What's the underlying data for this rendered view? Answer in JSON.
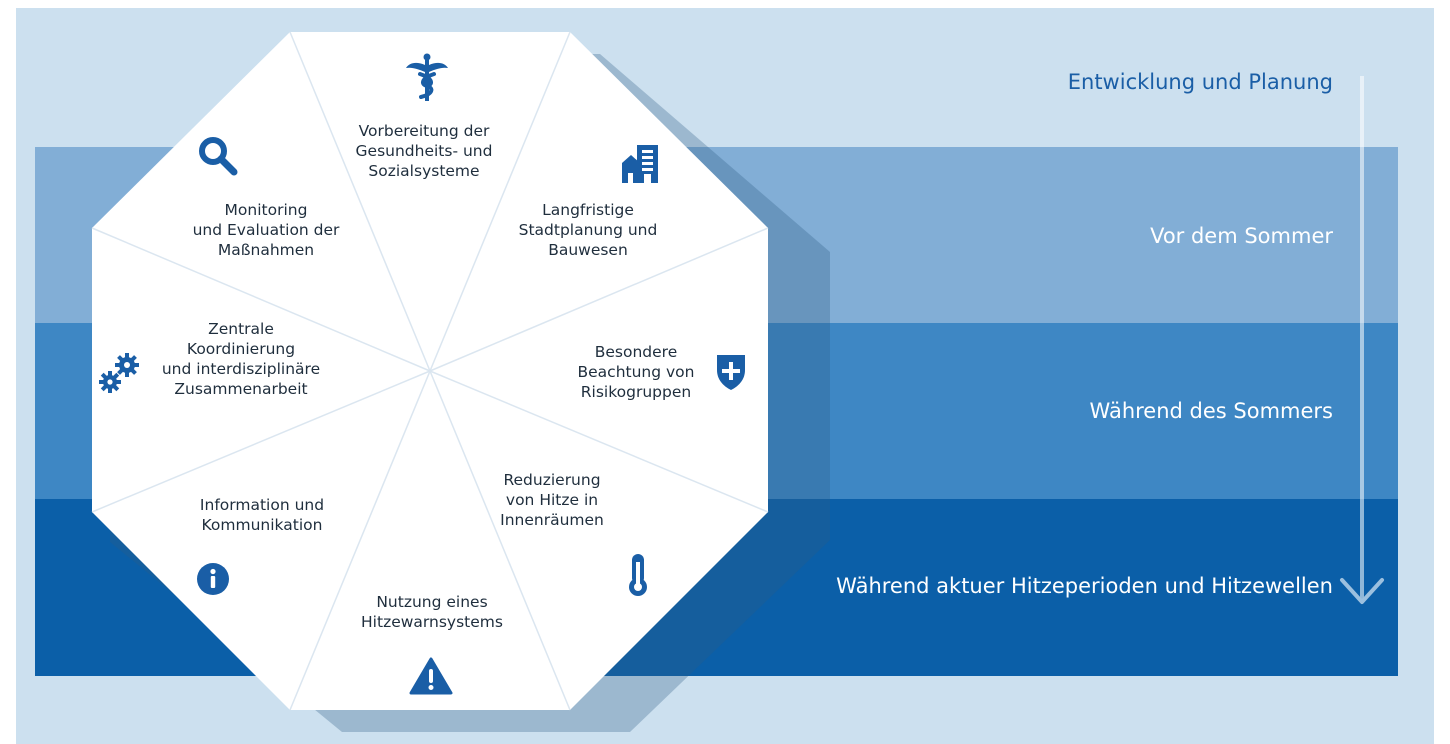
{
  "phases": [
    "Entwicklung und Planung",
    "Vor dem Sommer",
    "Während des Sommers",
    "Während aktuer Hitzeperioden und Hitzewellen"
  ],
  "segments": {
    "health": "Vorbereitung der\nGesundheits- und\nSozialsysteme",
    "urban": "Langfristige\nStadtplanung und\nBauwesen",
    "risk": "Besondere\nBeachtung von\nRisikogruppen",
    "indoor": "Reduzierung\nvon Hitze in\nInnenräumen",
    "warning": "Nutzung eines\nHitzewarnsystems",
    "info": "Information und\nKommunikation",
    "coord": "Zentrale\nKoordinierung\nund interdisziplinäre\nZusammenarbeit",
    "monitor": "Monitoring\nund Evaluation der\nMaßnahmen"
  },
  "colors": {
    "background": "#cce0ef",
    "band_before": "#82aed6",
    "band_during": "#3e87c4",
    "band_heat": "#0b5fa8",
    "icon": "#1a5ea6"
  },
  "icons": [
    "caduceus-icon",
    "building-icon",
    "shield-plus-icon",
    "thermometer-icon",
    "warning-icon",
    "info-icon",
    "gears-icon",
    "search-icon"
  ]
}
